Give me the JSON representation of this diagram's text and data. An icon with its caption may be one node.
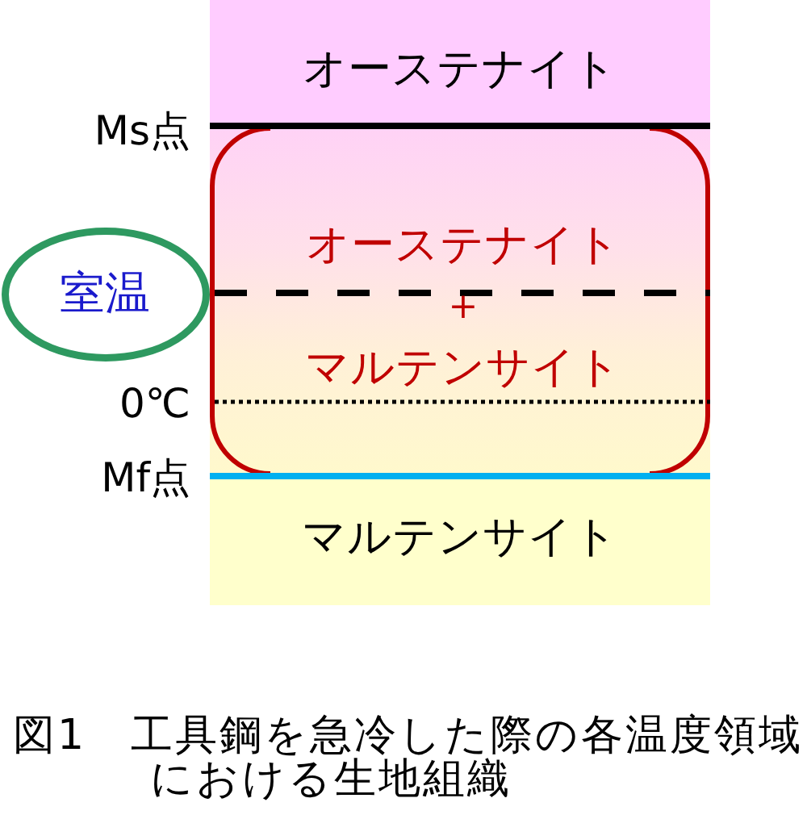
{
  "diagram": {
    "caption": "図1　工具鋼を急冷した際の各温度領域における生地組織",
    "nodes": [
      {
        "text": [
          "オーステナイト"
        ]
      },
      {
        "text": [
          "オーステナイト",
          "+",
          "マルテンサイト"
        ]
      },
      {
        "text": [
          "マルテンサイト"
        ]
      },
      {
        "text": [
          "室温"
        ]
      }
    ],
    "labels": [
      "Ms点",
      "0℃",
      "Mf点"
    ]
  }
}
